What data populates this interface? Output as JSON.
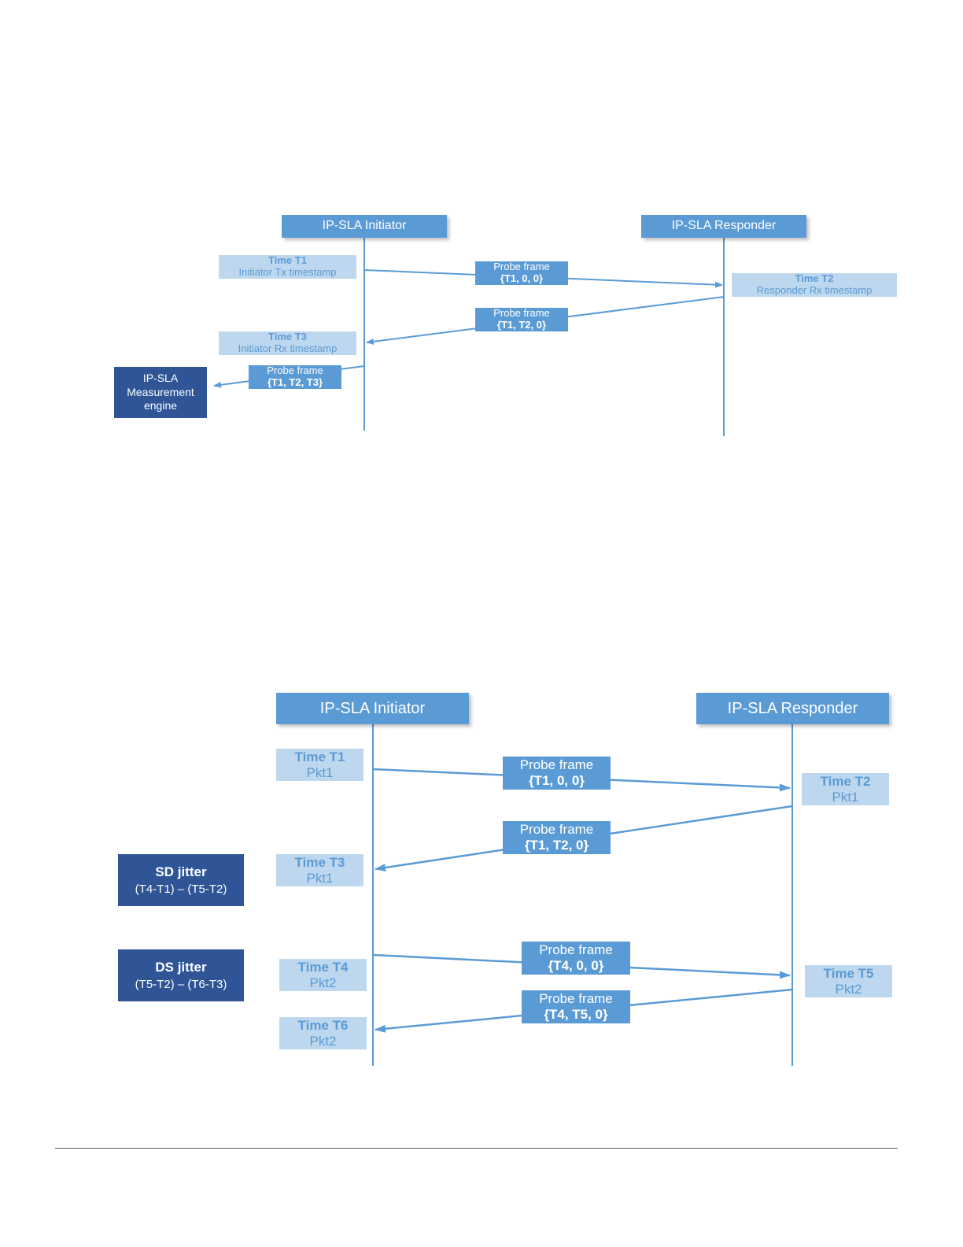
{
  "colors": {
    "header_fill": "#5b9bd5",
    "timestamp_fill": "#bdd7ee",
    "timestamp_text": "#5b9bd5",
    "probe_fill": "#5b9bd5",
    "engine_fill": "#2f5597",
    "line": "#5b9bd5"
  },
  "diagram1": {
    "initiator": "IP-SLA Initiator",
    "responder": "IP-SLA Responder",
    "t1": {
      "title": "Time T1",
      "sub": "Initiator Tx timestamp"
    },
    "t2": {
      "title": "Time T2",
      "sub": "Responder Rx timestamp"
    },
    "t3": {
      "title": "Time T3",
      "sub": "Initiator Rx timestamp"
    },
    "probe1": {
      "label": "Probe frame",
      "value": "{T1, 0, 0}"
    },
    "probe2": {
      "label": "Probe frame",
      "value": "{T1, T2, 0}"
    },
    "probe3": {
      "label": "Probe frame",
      "value": "{T1, T2, T3}"
    },
    "engine": {
      "line1": "IP-SLA",
      "line2": "Measurement",
      "line3": "engine"
    }
  },
  "diagram2": {
    "initiator": "IP-SLA Initiator",
    "responder": "IP-SLA Responder",
    "t1": {
      "title": "Time T1",
      "sub": "Pkt1"
    },
    "t2": {
      "title": "Time T2",
      "sub": "Pkt1"
    },
    "t3": {
      "title": "Time T3",
      "sub": "Pkt1"
    },
    "t4": {
      "title": "Time T4",
      "sub": "Pkt2"
    },
    "t5": {
      "title": "Time T5",
      "sub": "Pkt2"
    },
    "t6": {
      "title": "Time T6",
      "sub": "Pkt2"
    },
    "probe1": {
      "label": "Probe frame",
      "value": "{T1, 0, 0}"
    },
    "probe2": {
      "label": "Probe frame",
      "value": "{T1, T2, 0}"
    },
    "probe3": {
      "label": "Probe frame",
      "value": "{T4, 0, 0}"
    },
    "probe4": {
      "label": "Probe frame",
      "value": "{T4, T5, 0}"
    },
    "sd_jitter": {
      "title": "SD jitter",
      "formula": "(T4-T1) – (T5-T2)"
    },
    "ds_jitter": {
      "title": "DS jitter",
      "formula": "(T5-T2) – (T6-T3)"
    }
  }
}
